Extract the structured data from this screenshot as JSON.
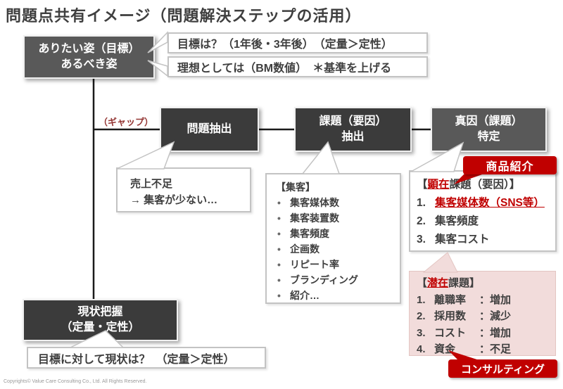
{
  "title": "問題点共有イメージ（問題解決ステップの活用）",
  "goal_box": {
    "line1": "ありたい姿（目標）",
    "line2": "あるべき姿"
  },
  "goal_notes": {
    "note1": "目標は？（1年後・3年後）　（定量＞定性）",
    "note2": "理想としては（BM数値）　＊基準を上げる"
  },
  "gap_label": "（ギャップ）",
  "steps": {
    "step1": {
      "line1": "問題抽出",
      "line2": ""
    },
    "step2": {
      "line1": "課題（要因）",
      "line2": "抽出"
    },
    "step3": {
      "line1": "真因（課題）",
      "line2": "特定"
    }
  },
  "sales_note": {
    "line1": "売上不足",
    "line2": "→ 集客が少ない…"
  },
  "attraction_box": {
    "heading": "【集客】",
    "bullet": "•",
    "items": [
      "集客媒体数",
      "集客装置数",
      "集客頻度",
      "企画数",
      "リピート率",
      "ブランディング",
      "紹介…"
    ]
  },
  "explicit_box": {
    "heading_prefix": "【",
    "heading_highlight": "顕在",
    "heading_suffix": "課題（要因）】",
    "items": [
      {
        "num": "1.",
        "text": "集客媒体数（SNS等）"
      },
      {
        "num": "2.",
        "text": "集客頻度"
      },
      {
        "num": "3.",
        "text": "集客コスト"
      }
    ]
  },
  "latent_box": {
    "heading_prefix": "【",
    "heading_highlight": "潜在",
    "heading_suffix": "課題】",
    "items": [
      {
        "num": "1.",
        "label": "離職率",
        "value": "：増加"
      },
      {
        "num": "2.",
        "label": "採用数",
        "value": "：減少"
      },
      {
        "num": "3.",
        "label": "コスト",
        "value": "：増加"
      },
      {
        "num": "4.",
        "label": "資金",
        "value": "：不足"
      }
    ]
  },
  "badges": {
    "product": "商品紹介",
    "consulting": "コンサルティング"
  },
  "current_box": {
    "line1": "現状把握",
    "line2": "（定量・定性）"
  },
  "current_note": "目標に対して現状は？　（定量＞定性）",
  "copyright": "Copyrights© Value Care Consulting Co., Ltd.  All Rights Reserved.",
  "colors": {
    "step_dark": "#3b3b3b",
    "step_medium": "#595959",
    "accent_red": "#c00000",
    "gap_red": "#943634",
    "latent_pink": "#f2dcdb",
    "text_dark": "#3f3f3f",
    "border_gray": "#c3c3c3"
  }
}
